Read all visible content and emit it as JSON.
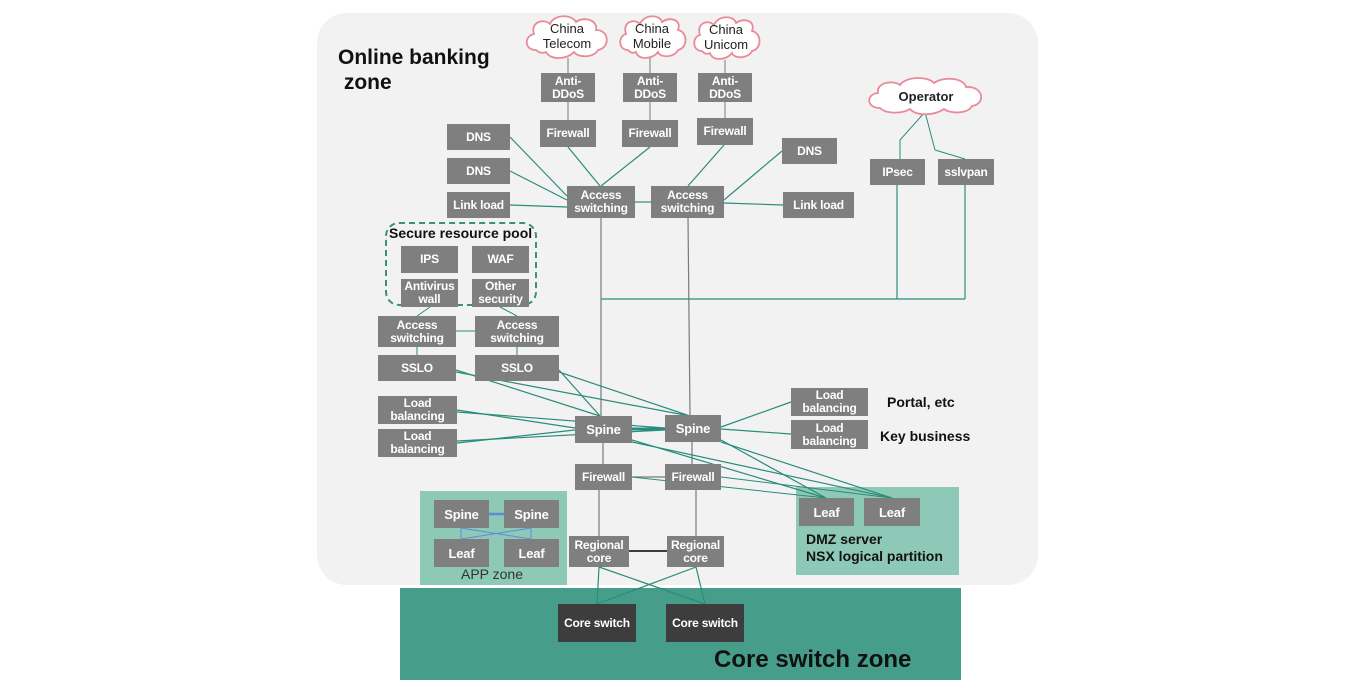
{
  "zones": {
    "online_banking": "Online banking\n zone",
    "core_switch": "Core switch zone",
    "app": "APP zone",
    "dmz": "DMZ server\nNSX logical partition",
    "secure_pool": "Secure resource pool"
  },
  "clouds": {
    "china_telecom": "China\nTelecom",
    "china_mobile": "China\nMobile",
    "china_unicom": "China\nUnicom",
    "operator": "Operator"
  },
  "nodes": {
    "anti_ddos_1": "Anti-\nDDoS",
    "anti_ddos_2": "Anti-\nDDoS",
    "anti_ddos_3": "Anti-\nDDoS",
    "firewall_isp_1": "Firewall",
    "firewall_isp_2": "Firewall",
    "firewall_isp_3": "Firewall",
    "dns_1": "DNS",
    "dns_2": "DNS",
    "dns_3": "DNS",
    "link_load_1": "Link load",
    "link_load_2": "Link load",
    "access_switching_1": "Access\nswitching",
    "access_switching_2": "Access\nswitching",
    "access_switching_3": "Access\nswitching",
    "access_switching_4": "Access\nswitching",
    "ipsec": "IPsec",
    "sslvpan": "sslvpan",
    "ips": "IPS",
    "waf": "WAF",
    "antivirus_wall": "Antivirus\nwall",
    "other_security": "Other\nsecurity",
    "sslo_1": "SSLO",
    "sslo_2": "SSLO",
    "load_balancing_1": "Load\nbalancing",
    "load_balancing_2": "Load\nbalancing",
    "load_balancing_3": "Load\nbalancing",
    "load_balancing_4": "Load\nbalancing",
    "spine_1": "Spine",
    "spine_2": "Spine",
    "firewall_1": "Firewall",
    "firewall_2": "Firewall",
    "app_spine_1": "Spine",
    "app_spine_2": "Spine",
    "app_leaf_1": "Leaf",
    "app_leaf_2": "Leaf",
    "regional_core_1": "Regional\ncore",
    "regional_core_2": "Regional\ncore",
    "dmz_leaf_1": "Leaf",
    "dmz_leaf_2": "Leaf",
    "core_switch_1": "Core switch",
    "core_switch_2": "Core switch"
  },
  "labels": {
    "portal": "Portal, etc",
    "key_business": "Key business"
  },
  "colors": {
    "online_zone_bg": "#f2f2f2",
    "core_zone_bg": "#469e8a",
    "sub_zone_bg": "#8dc9b6",
    "node_bg": "#7f7f7f",
    "node_dark_bg": "#3d3d3d",
    "link_teal": "#2a8c7a",
    "link_gray": "#7a7a7a",
    "link_blue": "#5b8dd6",
    "cloud_stroke": "#e98a9a"
  }
}
